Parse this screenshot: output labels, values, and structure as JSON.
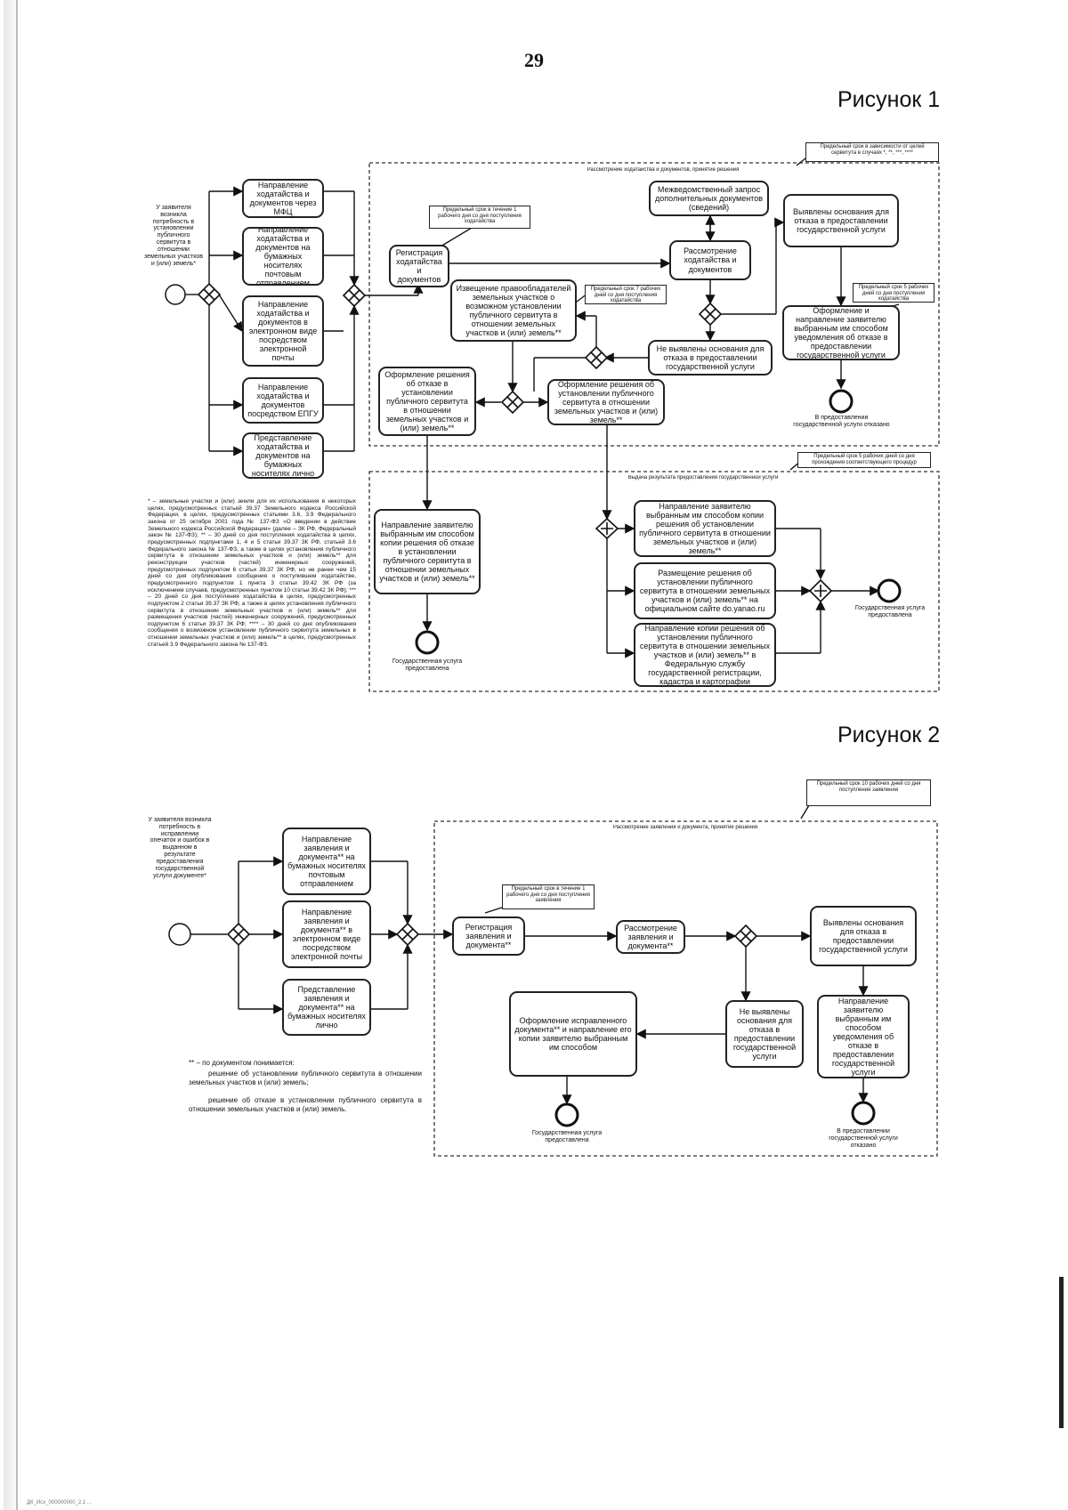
{
  "page_number": "29",
  "figure1": {
    "title": "Рисунок 1",
    "start_label": "У заявителя возникла потребность в установлении публичного сервитута в отношении земельных участков и (или) земель*",
    "submit": [
      "Направление ходатайства и документов через МФЦ",
      "Направление ходатайства и документов на бумажных носителях почтовым отправлением",
      "Направление ходатайства и документов в электронном виде посредством электронной почты",
      "Направление ходатайства и документов посредством ЕПГУ",
      "Представление ходатайства и документов на бумажных носителях лично"
    ],
    "zone1_label": "Рассмотрение ходатайства и документов, принятие решения",
    "zone2_label": "Выдача результата предоставления государственной услуги",
    "note_top": "Предельный срок в течение 1 рабочего дня со дня поступления ходатайства",
    "note_total": "Предельный срок в зависимости от целей сервитута в случаях *, **, ***, ****",
    "note_7days": "Предельный срок 7 рабочих дней со дня поступления ходатайства",
    "note_5days": "Предельный срок 5 рабочих дней со дня поступления ходатайства",
    "note_5days_b": "Предельный срок 5 рабочих дней со дня прохождения соответствующего процедур",
    "registration": "Регистрация ходатайства и документов",
    "interagency": "Межведомственный запрос дополнительных документов (сведений)",
    "review": "Рассмотрение ходатайства и документов",
    "grounds_found": "Выявлены основания для отказа в предоставлении государственной услуги",
    "refusal_dir": "Оформление и направление заявителю выбранным им способом уведомления об отказе в предоставлении государственной услуги",
    "refusal_end": "В предоставлении государственной услуги отказано",
    "notify": "Извещение правообладателей земельных участков о возможном установлении публичного сервитута в отношении земельных участков и (или) земель**",
    "no_grounds": "Не выявлены основания для отказа в предоставлении государственной услуги",
    "decision_refuse": "Оформление решения об отказе в установлении публичного сервитута в отношении земельных участков и (или) земель**",
    "decision_establish": "Оформление решения об установлении публичного сервитута в отношении земельных участков и (или) земель**",
    "send_refusal": "Направление заявителю выбранным им способом копии решения об отказе в установлении публичного сервитута в отношении земельных участков и (или) земель**",
    "end_refused": "Государственная услуга предоставлена",
    "send_copy": "Направление заявителю выбранным им способом копии решения об установлении публичного сервитута в отношении земельных участков и (или) земель**",
    "publish": "Размещение решения об установлении публичного сервитута в отношении земельных участков и (или) земель** на официальном сайте do.yanao.ru",
    "rosreestr": "Направление копии решения об установлении публичного сервитута в отношении земельных участков и (или) земель** в Федеральную службу государственной регистрации, кадастра и картографии",
    "end_ok": "Государственная услуга предоставлена",
    "footnote": "* – земельные участки и (или) земли для их использования в некоторых целях, предусмотренных статьей 39.37 Земельного кодекса Российской Федерации, в целях, предусмотренных статьями 3.6, 3.9 Федерального закона от 25 октября 2001 года № 137-ФЗ «О введении в действие Земельного кодекса Российской Федерации» (далее – ЗК РФ, Федеральный закон № 137-ФЗ); ** – 30 дней со дня поступления ходатайства в целях, предусмотренных подпунктами 1, 4 и 5 статьи 39.37 ЗК РФ, статьей 3.6 Федерального закона № 137-ФЗ, а также в целях установления публичного сервитута в отношении земельных участков и (или) земель** для реконструкции участков (частей) инженерных сооружений, предусмотренных подпунктом 6 статьи 39.37 ЗК РФ, но не ранее чем 15 дней со дня опубликования сообщения о поступившем ходатайстве, предусмотренного подпунктом 1 пункта 3 статьи 39.42 ЗК РФ (за исключением случаев, предусмотренных пунктом 10 статьи 39.42 ЗК РФ); *** – 20 дней со дня поступления ходатайства в целях, предусмотренных подпунктом 2 статьи 39.37 ЗК РФ, а также в целях установления публичного сервитута в отношении земельных участков и (или) земель** для размещения участков (частей) инженерных сооружений, предусмотренных подпунктом 6 статьи 39.37 ЗК РФ; **** – 30 дней со дня опубликования сообщения о возможном установлении публичного сервитута земельных в отношении земельных участков и (или) земель** в целях, предусмотренных статьей 3.9 Федерального закона № 137-ФЗ."
  },
  "figure2": {
    "title": "Рисунок 2",
    "start_label": "У заявителя возникла потребность в исправлении опечаток и ошибок в выданном в результате предоставления государственной услуги документе*",
    "submit": [
      "Направление заявления и документа** на бумажных носителях почтовым отправлением",
      "Направление заявления и документа** в электронном виде посредством электронной почты",
      "Представление заявления и документа** на бумажных носителях лично"
    ],
    "zone_label": "Рассмотрение заявления и документа, принятие решения",
    "note_total": "Предельный срок 10 рабочих дней со дня поступления заявления",
    "note_reg": "Предельный срок в течение 1 рабочего дня со дня поступления заявления",
    "registration": "Регистрация заявления и документа**",
    "review": "Рассмотрение заявления и документа**",
    "grounds_found": "Выявлены основания для отказа в предоставлении государственной услуги",
    "no_grounds": "Не выявлены основания для отказа в предоставлении государственной услуги",
    "corrected": "Оформление исправленного документа** и направление его копии заявителю выбранным им способом",
    "refusal_dir": "Направление заявителю выбранным им способом уведомления об отказе в предоставлении государственной услуги",
    "end_ok": "Государственная услуга предоставлена",
    "end_refused": "В предоставлении государственной услуги отказано",
    "footnote_head": "** – по документом понимается:",
    "footnote_1": "решение об установлении публичного сервитута в отношении земельных участков и (или) земель;",
    "footnote_2": "решение об отказе в установлении публичного сервитута в отношении земельных участков и (или) земель."
  },
  "footer_text": "ДК_Исх_000000000_2.1 ..."
}
